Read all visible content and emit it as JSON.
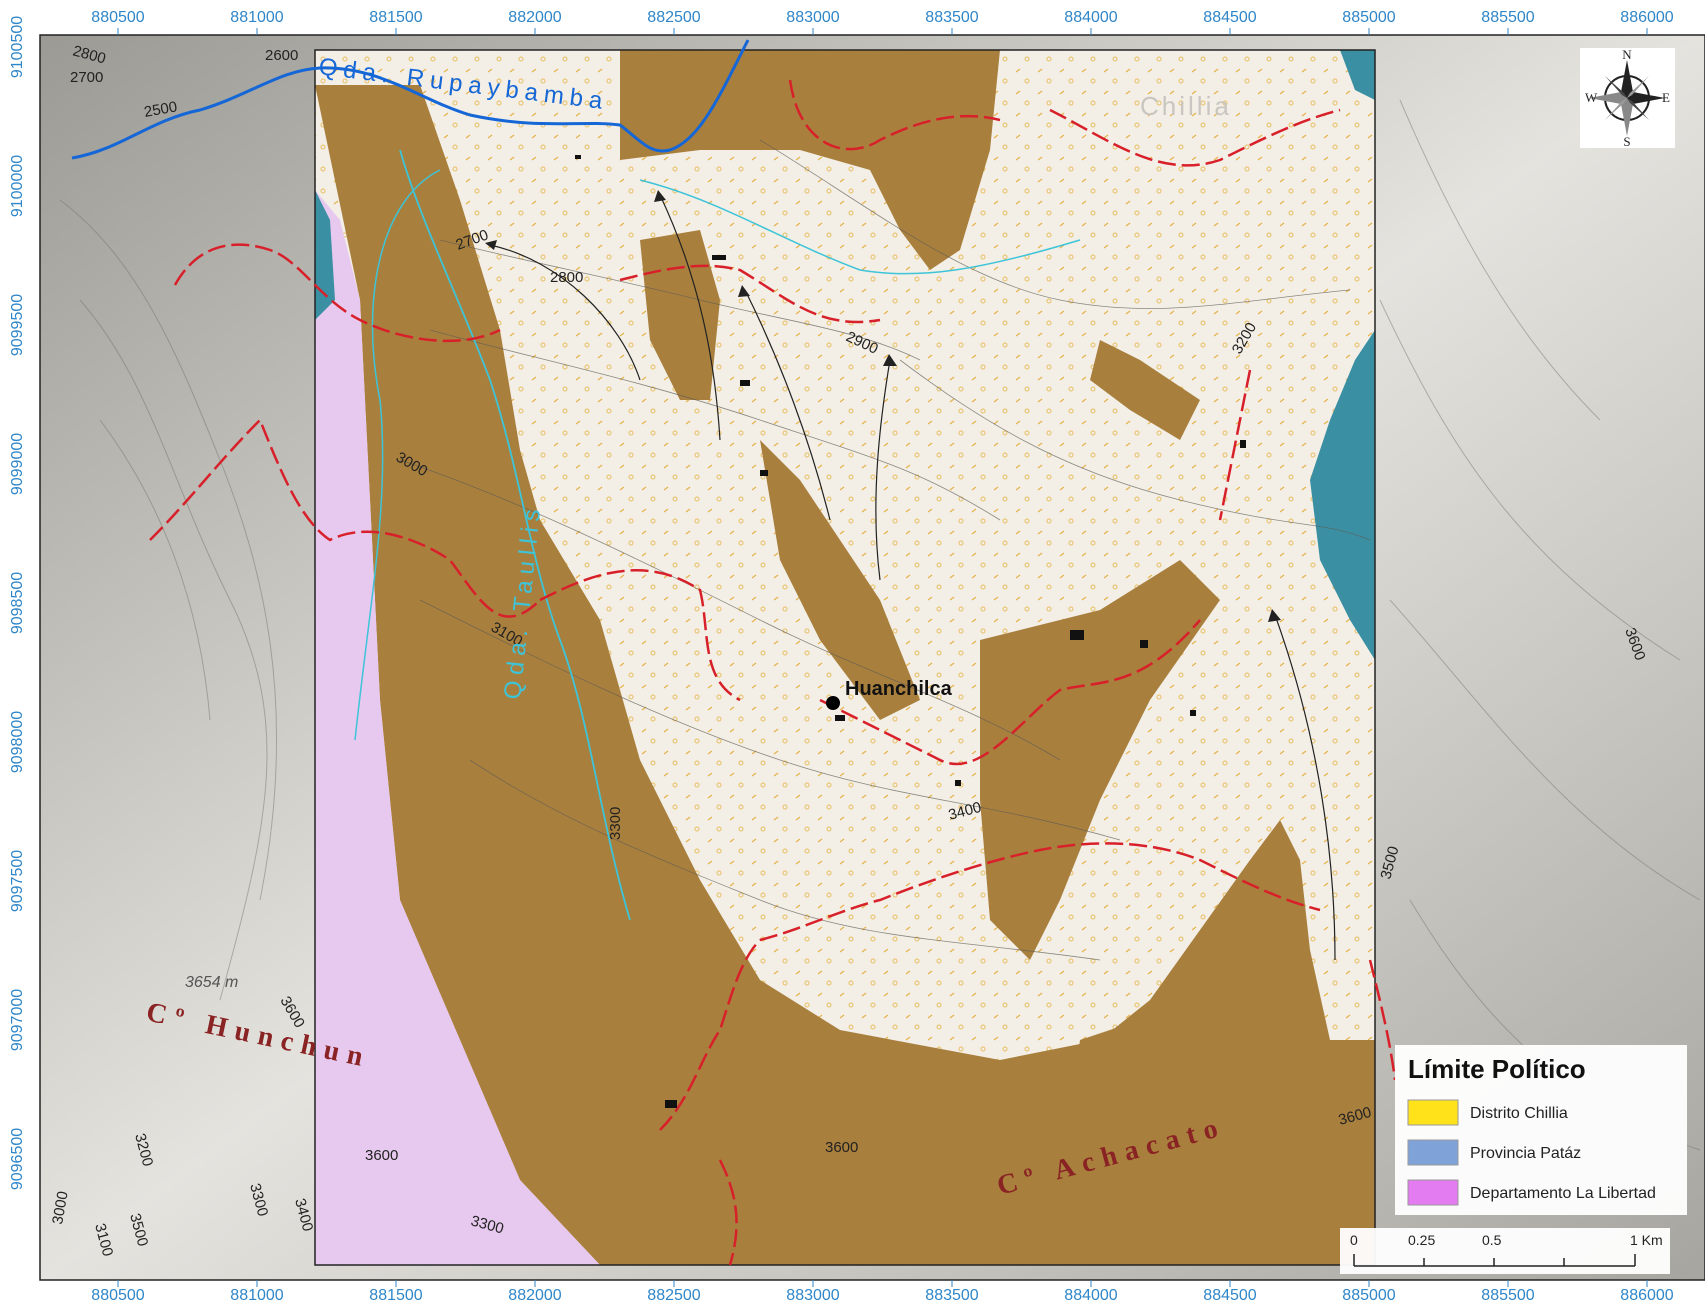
{
  "x_ticks": [
    "880500",
    "881000",
    "881500",
    "882000",
    "882500",
    "883000",
    "883500",
    "884000",
    "884500",
    "885000",
    "885500",
    "886000"
  ],
  "y_ticks": [
    "9100500",
    "9100000",
    "9099500",
    "9099000",
    "9098500",
    "9098000",
    "9097500",
    "9097000",
    "9096500"
  ],
  "place_names": {
    "town": "Huanchilca",
    "chillia": "Chillia",
    "peak_hunchun": "Cº Hunchun",
    "peak_achacato": "Cº Achacato",
    "peak_elev": "3654 m"
  },
  "streams": {
    "rupaybamba": "Qda. Rupaybamba",
    "taullis": "Qda. Taullis"
  },
  "contour_labels": [
    "2800",
    "2700",
    "2600",
    "2500",
    "2700",
    "2800",
    "2900",
    "3000",
    "3100",
    "3200",
    "3300",
    "3400",
    "3500",
    "3600",
    "3600",
    "3600",
    "3600",
    "3200",
    "3300",
    "3500",
    "3000",
    "3100",
    "3400",
    "3300",
    "3600"
  ],
  "legend": {
    "title": "Límite Político",
    "items": [
      {
        "label": "Distrito Chillia",
        "color": "#ffe21a"
      },
      {
        "label": "Provincia Patáz",
        "color": "#7fa3d9"
      },
      {
        "label": "Departamento La Libertad",
        "color": "#e27cf0"
      }
    ]
  },
  "scale_bar": {
    "labels": [
      "0",
      "0.25",
      "0.5",
      "1 Km"
    ]
  },
  "north_arrow": {
    "n": "N",
    "s": "S",
    "e": "E",
    "w": "W",
    "icon": "compass-rose-icon"
  },
  "colors": {
    "tick": "#2f86c8",
    "terrain": "#a97f3d",
    "light_zone": "#f3efe6",
    "lavender": "#e7c9ef",
    "water_body": "#3b8fa3",
    "river": "#1566d6",
    "stream": "#3ec4d8",
    "road_red": "#d8202a",
    "peak_text": "#8a2323"
  }
}
